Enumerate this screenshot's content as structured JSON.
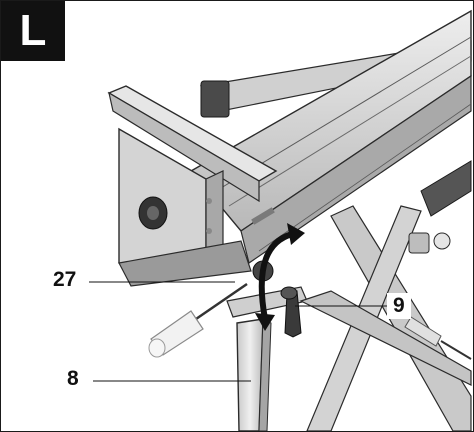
{
  "figure": {
    "label": "L"
  },
  "callouts": [
    {
      "id": "27",
      "text": "27"
    },
    {
      "id": "9",
      "text": "9"
    },
    {
      "id": "8",
      "text": "8"
    }
  ],
  "colors": {
    "badge_bg": "#111111",
    "badge_text": "#ffffff",
    "line_art": "#2b2b2b",
    "metal_light": "#d9d9d9",
    "metal_mid": "#bdbdbd",
    "metal_dark": "#8a8a8a"
  },
  "icons": [
    "rotation-arrow-icon"
  ]
}
